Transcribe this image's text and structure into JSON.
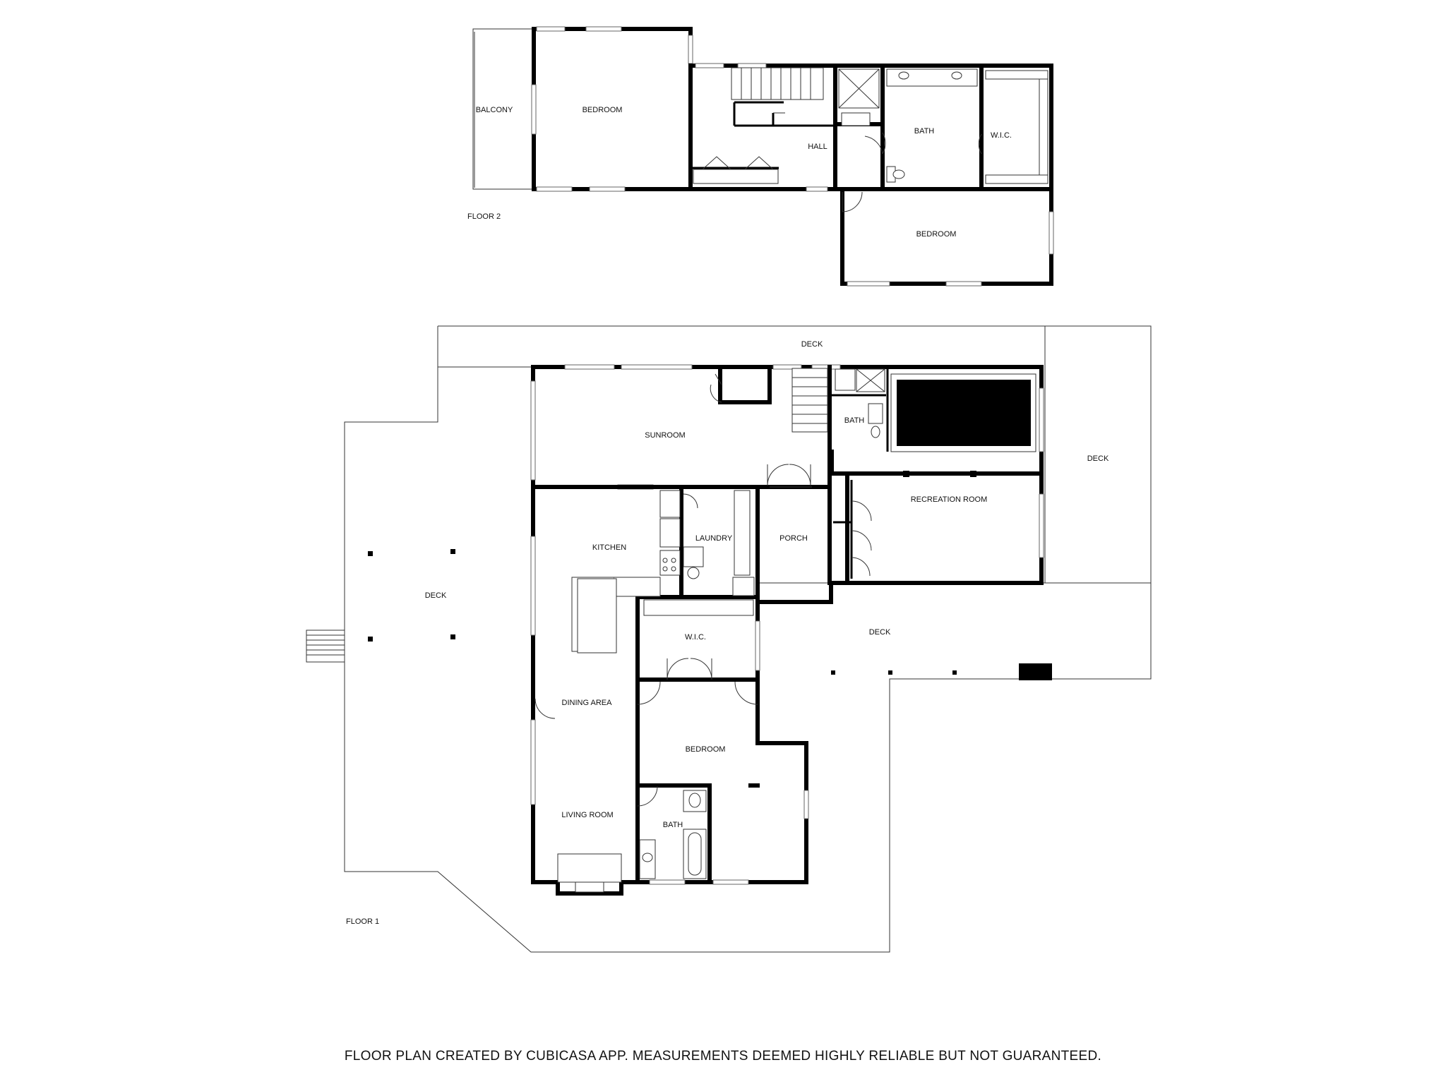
{
  "floor2": {
    "label": "FLOOR 2",
    "rooms": {
      "balcony": "BALCONY",
      "bedroom_main": "BEDROOM",
      "hall": "HALL",
      "bath": "BATH",
      "wic": "W.I.C.",
      "bedroom_lower": "BEDROOM"
    }
  },
  "floor1": {
    "label": "FLOOR 1",
    "rooms": {
      "deck_top": "DECK",
      "deck_left": "DECK",
      "deck_right": "DECK",
      "deck_lower": "DECK",
      "sunroom": "SUNROOM",
      "bath_upper": "BATH",
      "recreation_room": "RECREATION ROOM",
      "kitchen": "KITCHEN",
      "laundry": "LAUNDRY",
      "porch": "PORCH",
      "wic": "W.I.C.",
      "dining_area": "DINING AREA",
      "bedroom": "BEDROOM",
      "living_room": "LIVING ROOM",
      "bath_lower": "BATH"
    }
  },
  "disclaimer": "FLOOR PLAN CREATED BY CUBICASA APP. MEASUREMENTS DEEMED HIGHLY RELIABLE BUT NOT GUARANTEED."
}
